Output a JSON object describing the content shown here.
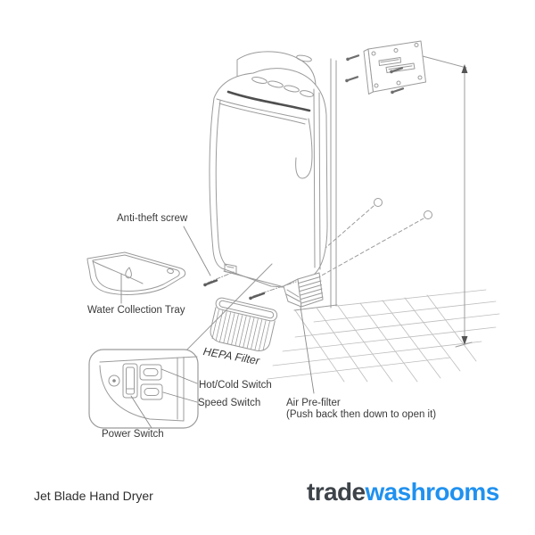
{
  "diagram": {
    "product_title": "Jet Blade Hand Dryer",
    "labels": {
      "anti_theft_screw": "Anti-theft screw",
      "water_collection_tray": "Water Collection Tray",
      "hepa_filter": "HEPA Filter",
      "hot_cold_switch": "Hot/Cold Switch",
      "speed_switch": "Speed Switch",
      "power_switch": "Power Switch",
      "air_pre_filter": "Air Pre-filter",
      "air_pre_filter_note": "(Push back then down to open it)"
    }
  },
  "brand": {
    "name_prefix": "trade",
    "name_suffix": "washrooms",
    "prefix_color": "#3d4349",
    "suffix_color": "#2091ef"
  },
  "colors": {
    "line_art": "#9b9b9b",
    "floor_grid": "#b8b8b8",
    "label_text": "#3a3a3a",
    "title_text": "#2e2e2e",
    "background": "#ffffff"
  }
}
